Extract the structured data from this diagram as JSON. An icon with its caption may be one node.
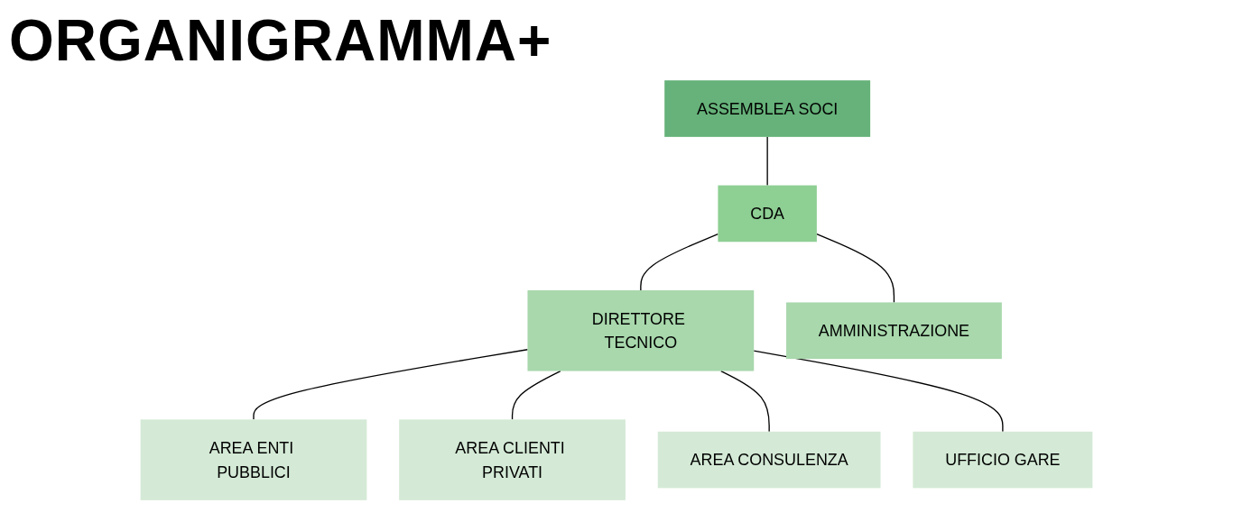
{
  "diagram": {
    "title": "ORGANIGRAMMA+",
    "nodes": [
      {
        "text": [
          "ASSEMBLEA SOCI"
        ]
      },
      {
        "text": [
          "CDA"
        ]
      },
      {
        "text": [
          "DIRETTORE TECNICO"
        ]
      },
      {
        "text": [
          "AMMINISTRAZIONE"
        ]
      },
      {
        "text": [
          "AREA ENTI PUBBLICI"
        ]
      },
      {
        "text": [
          "AREA CLIENTI PRIVATI"
        ]
      },
      {
        "text": [
          "AREA CONSULENZA"
        ]
      },
      {
        "text": [
          "UFFICIO GARE"
        ]
      }
    ],
    "edges": [
      {
        "from": 0,
        "to": 1,
        "arrow": "none"
      },
      {
        "from": 1,
        "to": 2,
        "arrow": "none"
      },
      {
        "from": 1,
        "to": 3,
        "arrow": "none"
      },
      {
        "from": 2,
        "to": 4,
        "arrow": "none"
      },
      {
        "from": 2,
        "to": 5,
        "arrow": "none"
      },
      {
        "from": 2,
        "to": 6,
        "arrow": "none"
      },
      {
        "from": 2,
        "to": 7,
        "arrow": "none"
      }
    ]
  }
}
